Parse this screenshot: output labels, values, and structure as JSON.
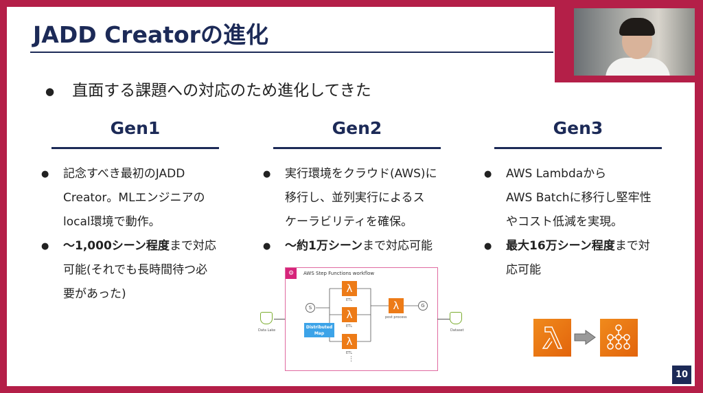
{
  "title": "JADD Creatorの進化",
  "lead": "直面する課題への対応のため進化してきた",
  "bullet": "●",
  "columns": [
    {
      "heading": "Gen1",
      "items": [
        [
          "記念すべき最初のJADD",
          "Creator。MLエンジニアの",
          "local環境で動作。"
        ],
        {
          "bold": "〜1,000シーン程度",
          "rest": "まで対応",
          "cont": [
            "可能(それでも長時間待つ必",
            "要があった)"
          ]
        }
      ]
    },
    {
      "heading": "Gen2",
      "items": [
        [
          "実行環境をクラウド(AWS)に",
          "移行し、並列実行によるス",
          "ケーラビリティを確保。"
        ],
        {
          "bold": "〜約1万シーン",
          "rest": "まで対応可能",
          "cont": []
        }
      ]
    },
    {
      "heading": "Gen3",
      "items": [
        [
          "AWS Lambdaから",
          "AWS Batchに移行し堅牢性",
          "やコスト低減を実現。"
        ],
        {
          "bold": "最大16万シーン程度",
          "rest": "まで対",
          "cont": [
            "応可能"
          ]
        }
      ]
    }
  ],
  "diagram": {
    "title": "AWS Step Functions workflow",
    "etl": "ETL",
    "post": "post process",
    "start": "S",
    "goal": "G",
    "map": "Distributed Map",
    "source": "Data Lake",
    "dest": "Dataset",
    "dots": "⋮"
  },
  "page_number": "10",
  "colors": {
    "navy": "#1c2a57",
    "crimson": "#b41f48",
    "orange": "#ed7b17"
  }
}
